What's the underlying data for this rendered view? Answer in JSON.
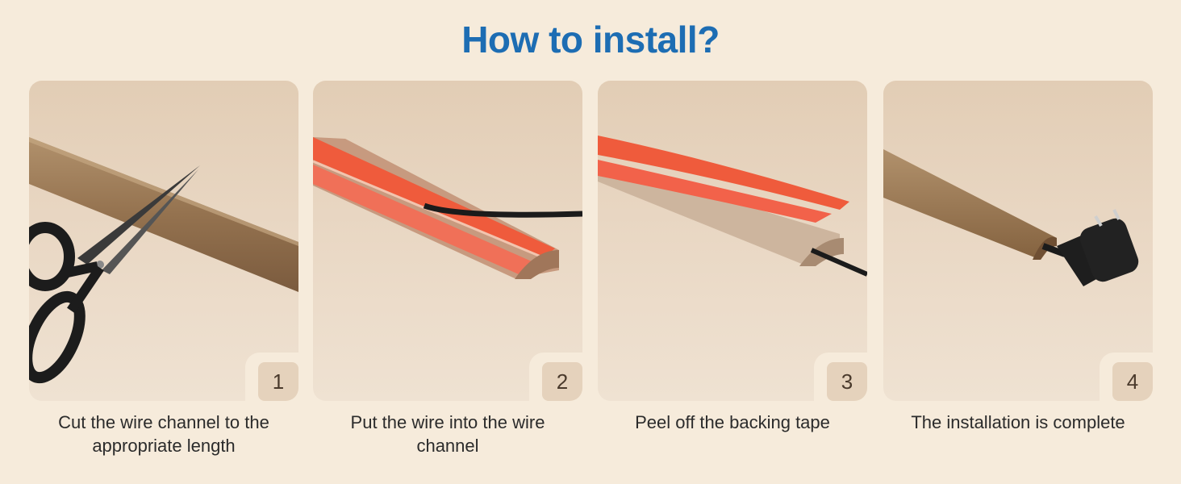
{
  "title": "How to install?",
  "steps": [
    {
      "number": "1",
      "caption": "Cut the wire channel to the appropriate length"
    },
    {
      "number": "2",
      "caption": "Put the wire into the wire channel"
    },
    {
      "number": "3",
      "caption": "Peel off the backing tape"
    },
    {
      "number": "4",
      "caption": "The installation is complete"
    }
  ],
  "colors": {
    "title": "#1d6db3",
    "background": "#f6ebdb",
    "wood": "#9c7b57",
    "tape": "#ef5b3c"
  }
}
